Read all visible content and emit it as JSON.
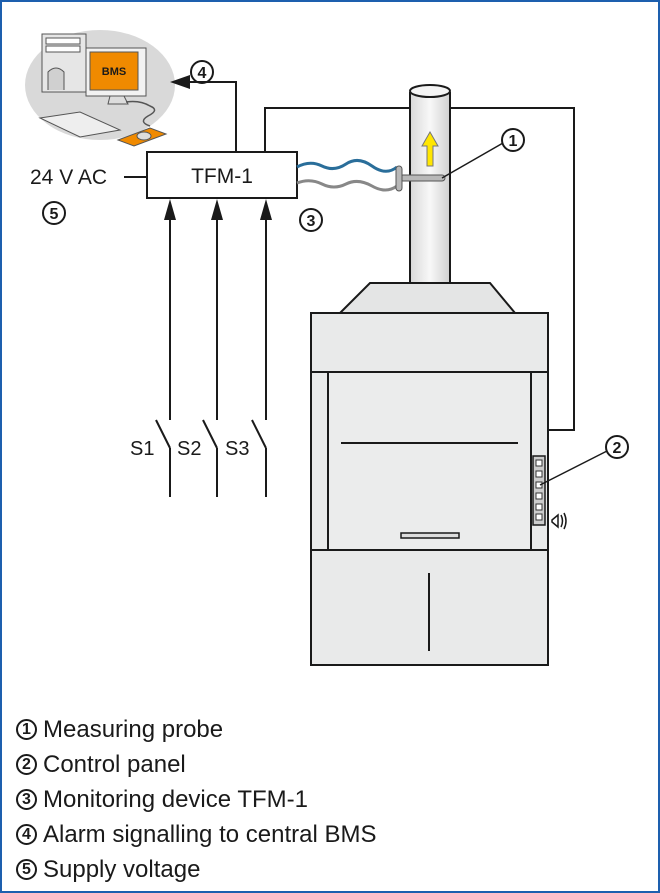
{
  "diagram": {
    "device_label": "TFM-1",
    "supply_label": "24 V AC",
    "switches": [
      "S1",
      "S2",
      "S3"
    ],
    "screen_logo": "BMS",
    "markers": {
      "probe": "1",
      "panel": "2",
      "device": "3",
      "alarm": "4",
      "supply": "5"
    }
  },
  "legend": [
    {
      "num": "1",
      "text": "Measuring probe"
    },
    {
      "num": "2",
      "text": "Control panel"
    },
    {
      "num": "3",
      "text": "Monitoring device TFM-1"
    },
    {
      "num": "4",
      "text": "Alarm signalling to central BMS"
    },
    {
      "num": "5",
      "text": "Supply voltage"
    }
  ],
  "colors": {
    "frame": "#1d5fae",
    "screen": "#f08a00",
    "airflow_arrow": "#ffe600",
    "cable_blue": "#2a6e9a"
  }
}
